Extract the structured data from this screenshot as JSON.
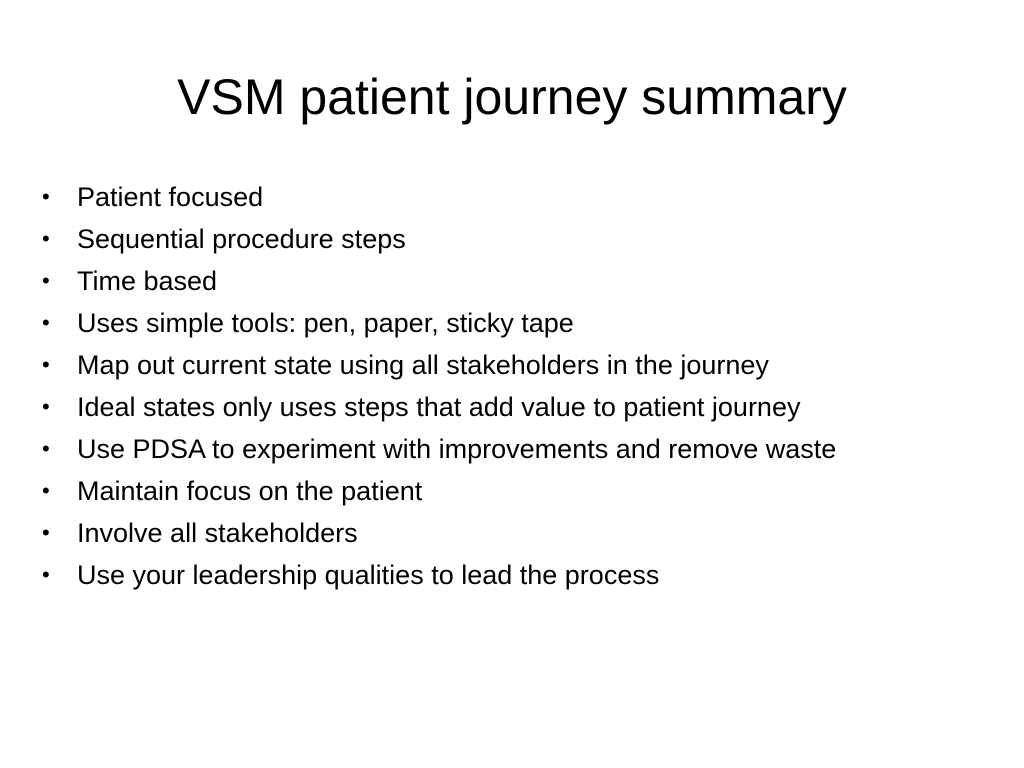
{
  "slide": {
    "title": "VSM patient journey summary",
    "bullet_glyph": "•",
    "bullets": [
      "Patient focused",
      "Sequential procedure steps",
      "Time based",
      "Uses simple tools: pen, paper, sticky tape",
      "Map out current state using all stakeholders in the journey",
      "Ideal states only uses steps that add value to patient journey",
      "Use PDSA to experiment with improvements and remove waste",
      "Maintain focus on the patient",
      "Involve all stakeholders",
      "Use your leadership qualities to lead the process"
    ]
  }
}
